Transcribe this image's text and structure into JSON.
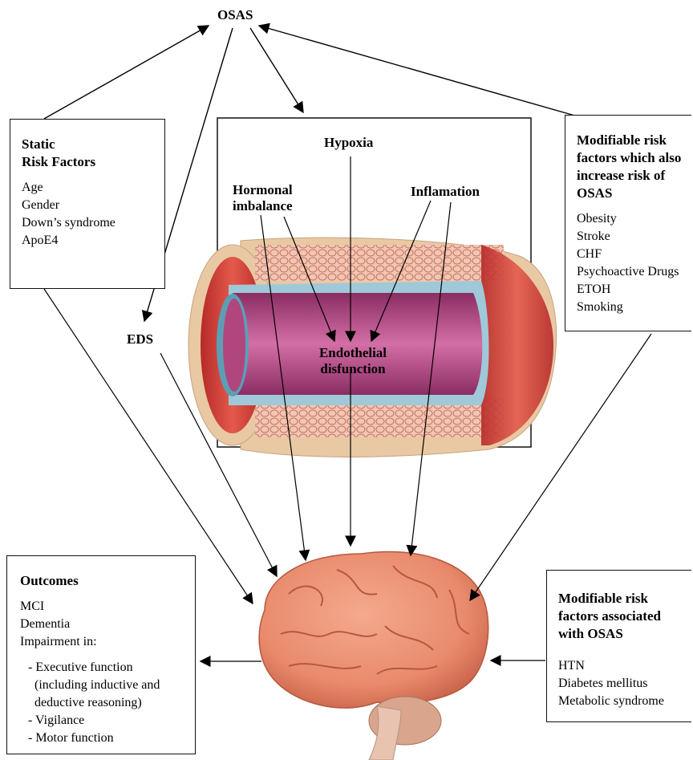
{
  "center": {
    "osas": "OSAS",
    "eds": "EDS",
    "hypoxia": "Hypoxia",
    "hormonal": "Hormonal\nimbalance",
    "inflammation": "Inflamation",
    "endothelial": "Endothelial\ndisfunction"
  },
  "static_box": {
    "title": "Static\nRisk Factors",
    "items": [
      "Age",
      "Gender",
      "Down’s syndrome",
      "ApoE4"
    ]
  },
  "modifiable_box": {
    "title": "Modifiable risk\nfactors which also\nincrease risk of\nOSAS",
    "items": [
      "Obesity",
      "Stroke",
      "CHF",
      "Psychoactive Drugs",
      "ETOH",
      "Smoking"
    ]
  },
  "outcomes_box": {
    "title": "Outcomes",
    "items": [
      "MCI",
      "Dementia",
      "Impairment in:"
    ],
    "subitems": [
      "- Executive function",
      "  (including inductive and",
      "  deductive reasoning)",
      "- Vigilance",
      "- Motor function"
    ]
  },
  "associated_box": {
    "title": "Modifiable risk\nfactors associated\nwith OSAS",
    "items": [
      "HTN",
      "Diabetes mellitus",
      "Metabolic syndrome"
    ]
  },
  "colors": {
    "vessel_outer": "#e8c9a4",
    "vessel_muscle": "#d9463e",
    "vessel_lumen": "#c0508e",
    "vessel_intima": "#9fc9d8",
    "brain": "#e98a6c",
    "brain_shadow": "#cf6a4f",
    "cerebellum": "#d9a58c",
    "stem": "#e8c3b0"
  }
}
